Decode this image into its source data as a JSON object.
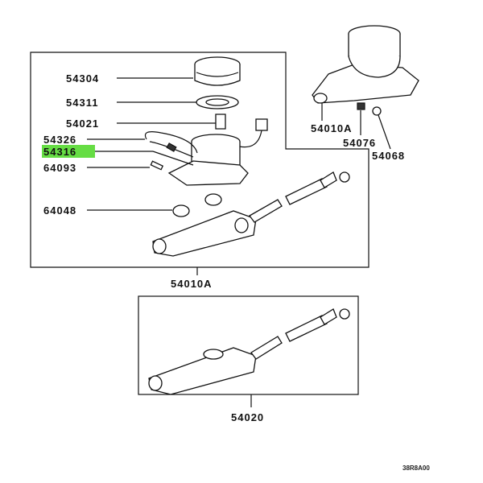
{
  "diagram": {
    "highlight_color": "#66dd44",
    "callouts": {
      "p54304": "54304",
      "p54311": "54311",
      "p54021": "54021",
      "p54326": "54326",
      "p54316": "54316",
      "p64093": "64093",
      "p64048": "64048",
      "p54010A_main": "54010A",
      "p54010A_alt": "54010A",
      "p54076": "54076",
      "p54068": "54068",
      "p54020": "54020"
    },
    "highlighted_part": "54316",
    "figure_code": "38R8A00"
  }
}
